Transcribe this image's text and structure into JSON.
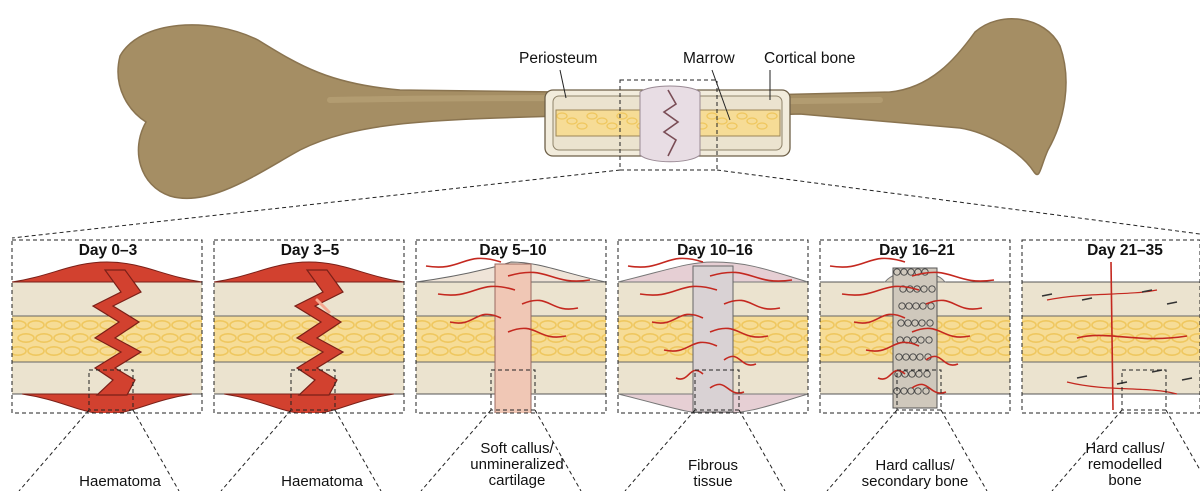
{
  "labels": {
    "periosteum": "Periosteum",
    "marrow": "Marrow",
    "cortical_bone": "Cortical bone"
  },
  "panels": [
    {
      "title": "Day 0–3",
      "stage": "Haematoma"
    },
    {
      "title": "Day 3–5",
      "stage": "Haematoma"
    },
    {
      "title": "Day 5–10",
      "stage": "Soft callus/\nunmineralized\ncartilage"
    },
    {
      "title": "Day 10–16",
      "stage": "Fibrous\ntissue"
    },
    {
      "title": "Day 16–21",
      "stage": "Hard callus/\nsecondary bone"
    },
    {
      "title": "Day 21–35",
      "stage": "Hard callus/\nremodelled\nbone"
    }
  ],
  "colors": {
    "bone": "#a58e64",
    "bone_shadow": "#8a7450",
    "cortex": "#ebe3cf",
    "marrow": "#f6dc96",
    "marrow_blob": "#efc75f",
    "haematoma": "#d2412f",
    "vessel": "#c4281f",
    "soft_callus": "#f0c7b5",
    "fibrous": "#e6cfd4"
  }
}
